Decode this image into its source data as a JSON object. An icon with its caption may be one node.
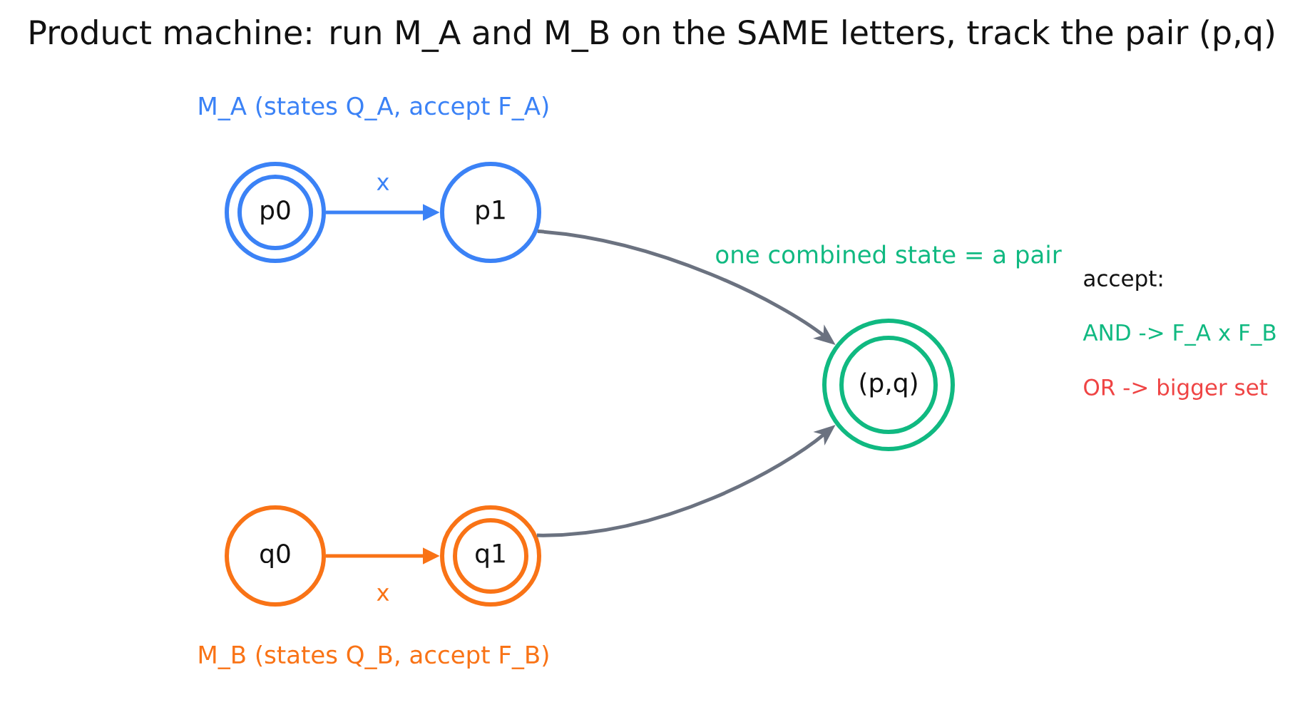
{
  "diagram": {
    "title": "Product machine: run M_A and M_B on the SAME letters, track the pair (p,q)",
    "nodes": [
      {
        "text": [
          "p0"
        ]
      },
      {
        "text": [
          "p1"
        ]
      },
      {
        "text": [
          "q0"
        ]
      },
      {
        "text": [
          "q1"
        ]
      },
      {
        "text": [
          "(p,q)"
        ],
        "beside": [
          "one combined state = a pair"
        ]
      }
    ],
    "edges": [
      {
        "from": 0,
        "to": 1,
        "arrow": "to",
        "label": "x",
        "color": "#3b82f6"
      },
      {
        "from": 2,
        "to": 3,
        "arrow": "to",
        "label": "x",
        "color": "#f97316"
      },
      {
        "from": 1,
        "to": 4,
        "arrow": "to"
      },
      {
        "from": 3,
        "to": 4,
        "arrow": "to"
      }
    ],
    "labels": [
      "M_A  (states Q_A, accept F_A)",
      "accept:",
      "AND -> F_A x F_B",
      "OR  -> bigger set",
      "M_B  (states Q_B, accept F_B)"
    ]
  }
}
